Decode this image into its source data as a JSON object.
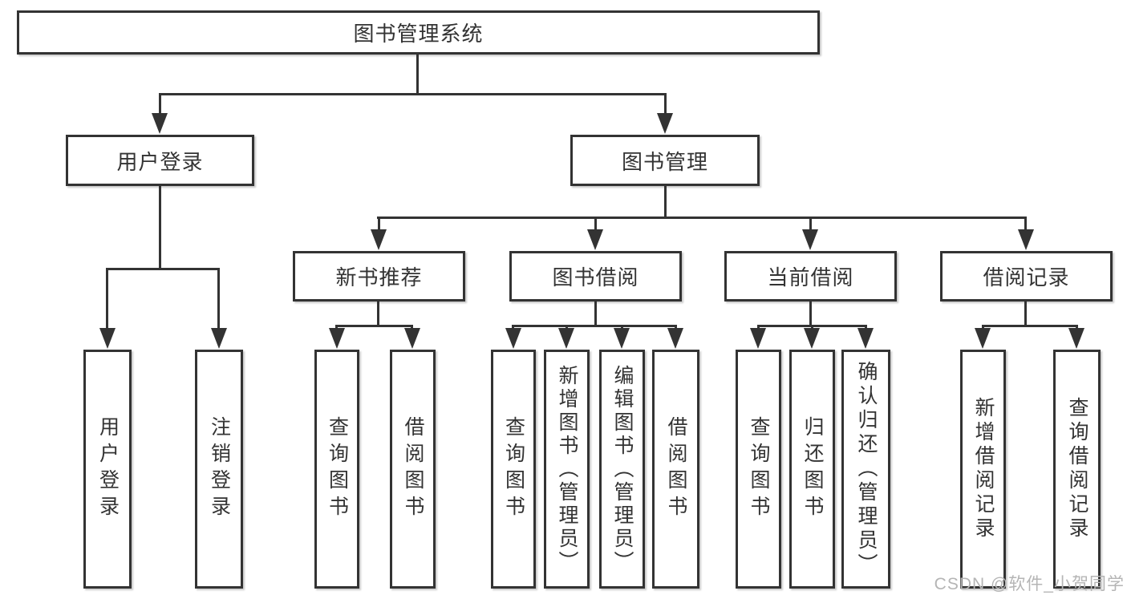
{
  "tree": {
    "root": "图书管理系统",
    "level2": [
      "用户登录",
      "图书管理"
    ],
    "level3": [
      "新书推荐",
      "图书借阅",
      "当前借阅",
      "借阅记录"
    ],
    "leaves": {
      "user": [
        "用户登录",
        "注销登录"
      ],
      "newbook": [
        "查询图书",
        "借阅图书"
      ],
      "borrow": [
        "查询图书",
        "新增图书（管理员）",
        "编辑图书（管理员）",
        "借阅图书"
      ],
      "current": [
        "查询图书",
        "归还图书",
        "确认归还（管理员）"
      ],
      "record": [
        "新增借阅记录",
        "查询借阅记录"
      ]
    }
  },
  "watermark": "CSDN @软件_小贺同学",
  "colors": {
    "line": "#333333",
    "box_border": "#333333",
    "text": "#333333",
    "background": "#ffffff",
    "watermark": "#b5b5b5"
  }
}
